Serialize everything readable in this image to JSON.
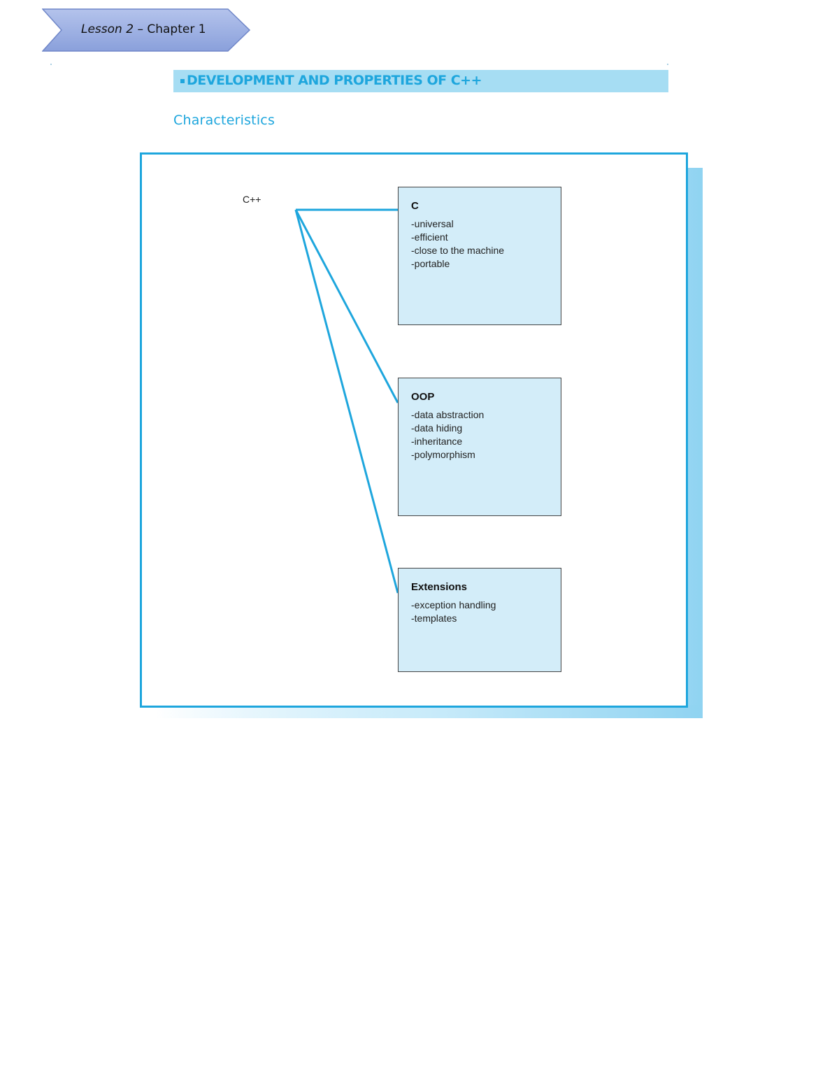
{
  "header": {
    "lesson_label": "Lesson 2",
    "separator": " – ",
    "chapter_label": "Chapter 1"
  },
  "section": {
    "title": "DEVELOPMENT AND PROPERTIES OF C++"
  },
  "subheading": "Characteristics",
  "diagram": {
    "root": "C++",
    "boxes": [
      {
        "title": "C",
        "items": [
          "-universal",
          "-efficient",
          "-close to the machine",
          "-portable"
        ]
      },
      {
        "title": "OOP",
        "items": [
          "-data abstraction",
          "-data hiding",
          "-inheritance",
          "-polymorphism"
        ]
      },
      {
        "title": "Extensions",
        "items": [
          "-exception handling",
          "-templates"
        ]
      }
    ]
  },
  "colors": {
    "accent": "#1ea6dd",
    "section_bar": "#a6ddf3",
    "box_fill": "#d3edf9",
    "banner_fill": "#93a8de"
  }
}
